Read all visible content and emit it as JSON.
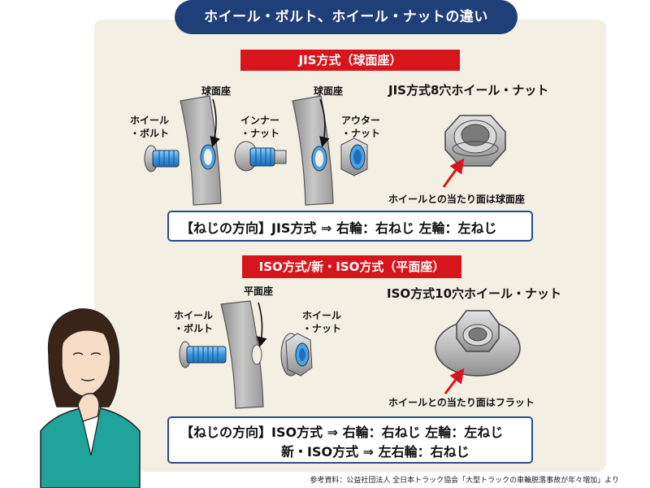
{
  "title": "ホイール・ボルト、ホイール・ナットの違い",
  "jis": {
    "section_title": "JIS方式（球面座）",
    "bolt_label_1": "ホイール",
    "bolt_label_2": "・ボルト",
    "seat_label_left": "球面座",
    "seat_label_right": "球面座",
    "inner_nut_1": "インナー",
    "inner_nut_2": "・ナット",
    "outer_nut_1": "アウター",
    "outer_nut_2": "・ナット",
    "nut_title": "JIS方式8穴ホイール・ナット",
    "contact_note": "ホイールとの当たり面は球面座",
    "thread_direction": "【ねじの方向】JIS方式 ⇒ 右輪：右ねじ 左輪：左ねじ"
  },
  "iso": {
    "section_title": "ISO方式/新・ISO方式（平面座）",
    "seat_label": "平面座",
    "bolt_label_1": "ホイール",
    "bolt_label_2": "・ボルト",
    "nut_label_1": "ホイール",
    "nut_label_2": "・ナット",
    "nut_title": "ISO方式10穴ホイール・ナット",
    "contact_note": "ホイールとの当たり面はフラット",
    "thread_direction_1": "【ねじの方向】ISO方式 ⇒ 右輪：右ねじ 左輪：左ねじ",
    "thread_direction_2": "新・ISO方式 ⇒ 左右輪：右ねじ"
  },
  "reference": "参考資料：公益社団法人 全日本トラック協会「大型トラックの車輪脱落事故が年々増加」より",
  "colors": {
    "navy": "#1f3f78",
    "red": "#d8141c",
    "thread_blue": "#4aa3e8",
    "panel": "#f3efe3",
    "plate_gray": "#a9a9a9"
  }
}
